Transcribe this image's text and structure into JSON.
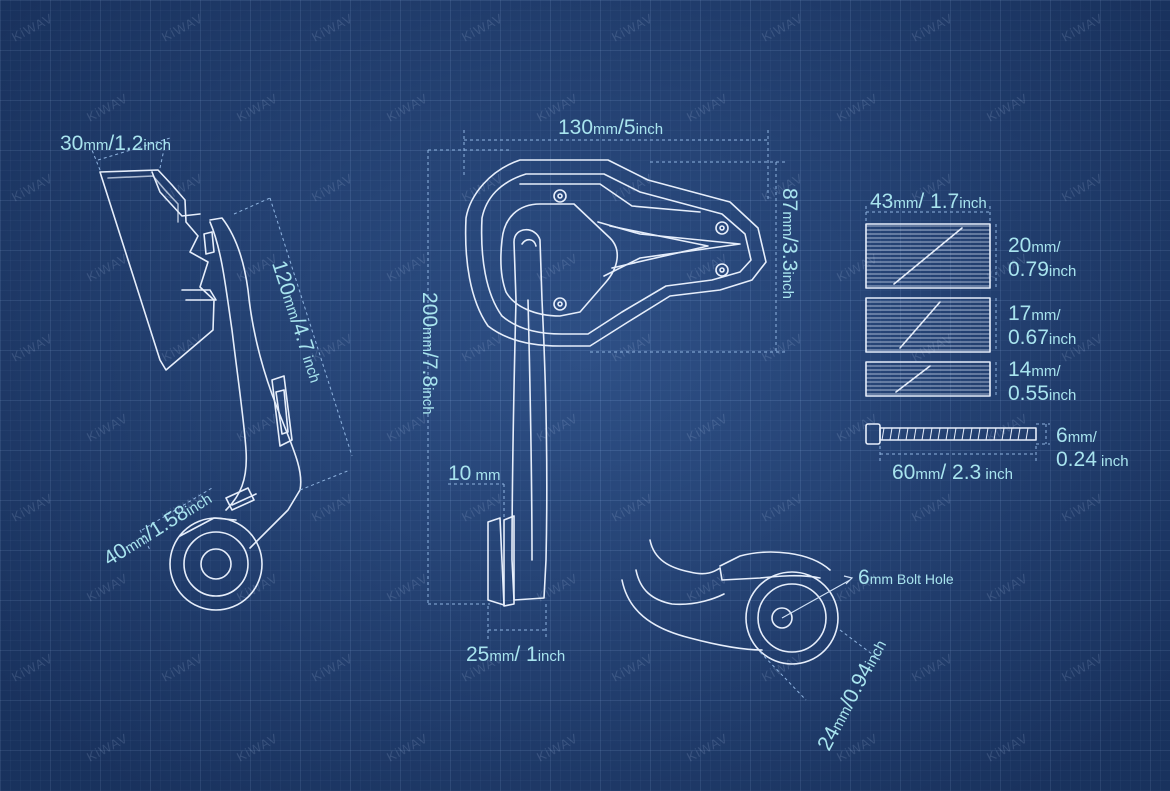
{
  "brand": "KiWAV",
  "colors": {
    "background": "#213f72",
    "line": "#e6eefb",
    "dim_text": "#a8e4ee",
    "dim_line": "#8fb4e0"
  },
  "labels": {
    "side_width": {
      "a": "30",
      "u1": "mm",
      "b": "/",
      "c": "1.2",
      "u2": "inch"
    },
    "side_height": {
      "a": "120",
      "u1": "mm",
      "b": "/4.7",
      "u2": " inch"
    },
    "side_clamp": {
      "a": "40",
      "u1": "mm",
      "b": "/1.58",
      "u2": "inch"
    },
    "front_width": {
      "a": "130",
      "u1": "mm",
      "b": "/5",
      "u2": "inch"
    },
    "front_height": {
      "a": "200",
      "u1": "mm",
      "b": "/7.8",
      "u2": "inch"
    },
    "head_height": {
      "a": "87",
      "u1": "mm",
      "b": "/3.3",
      "u2": "inch"
    },
    "stem_gap": {
      "a": "10",
      "u1": " mm"
    },
    "base_width": {
      "a": "25",
      "u1": "mm",
      "b": "/ 1",
      "u2": "inch"
    },
    "spacer_width": {
      "a": "43",
      "u1": "mm",
      "b": "/ 1.7",
      "u2": "inch"
    },
    "spacer_1": {
      "a": "20",
      "u1": "mm/",
      "b": "0.79",
      "u2": "inch"
    },
    "spacer_2": {
      "a": "17",
      "u1": "mm/",
      "b": "0.67",
      "u2": "inch"
    },
    "spacer_3": {
      "a": "14",
      "u1": "mm/",
      "b": "0.55",
      "u2": "inch"
    },
    "bolt_dia": {
      "a": "6",
      "u1": "mm/",
      "b": "0.24",
      "u2": " inch"
    },
    "bolt_len": {
      "a": "60",
      "u1": "mm",
      "b": "/ 2.3",
      "u2": " inch"
    },
    "bolt_hole": {
      "a": "6",
      "u1": "mm",
      "b": " Bolt Hole"
    },
    "clamp_dia": {
      "a": "24",
      "u1": "mm",
      "b": "/0.94",
      "u2": "inch"
    }
  }
}
